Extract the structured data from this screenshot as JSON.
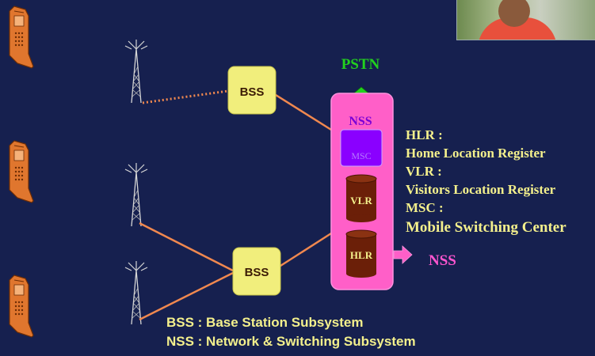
{
  "title_fragment": "",
  "pstn_label": "PSTN",
  "nss_box_label": "NSS",
  "msc_label": "MSC",
  "vlr_label": "VLR",
  "hlr_label": "HLR",
  "bss_top_label": "BSS",
  "bss_bottom_label": "BSS",
  "nss_arrow_label": "NSS",
  "definitions": [
    "HLR :",
    "Home Location Register",
    "VLR :",
    "Visitors Location Register",
    "MSC :",
    "Mobile Switching Center"
  ],
  "legend": [
    "BSS : Base Station Subsystem",
    "NSS : Network & Switching Subsystem"
  ],
  "colors": {
    "background": "#16204f",
    "phone": "#e0762e",
    "bss_box": "#f1ee7c",
    "nss_box": "#ff5fc8",
    "msc": "#8a00ff",
    "cylinder": "#6b1f08",
    "pstn_green": "#22d11e",
    "link": "#f0884f",
    "text_yellow": "#f4f08c",
    "nss_label": "#ff55d0"
  },
  "icons": [
    "mobile-phone-icon",
    "antenna-tower-icon",
    "database-cylinder-icon",
    "arrow-up-icon",
    "arrow-right-icon"
  ]
}
